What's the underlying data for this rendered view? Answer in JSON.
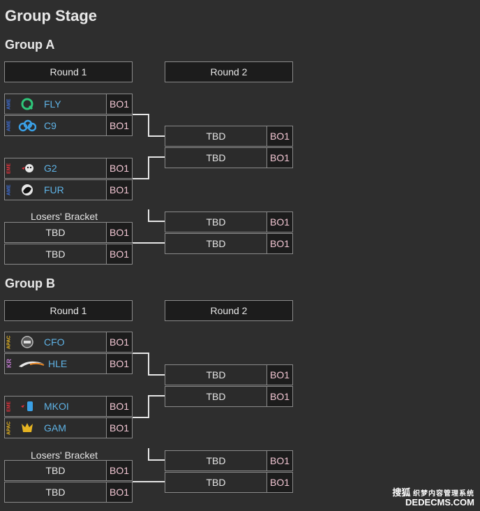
{
  "title": "Group Stage",
  "groups": [
    {
      "name": "Group A",
      "round1": "Round 1",
      "round2": "Round 2",
      "teams": [
        {
          "region": "AME",
          "name": "FLY",
          "bo": "BO1"
        },
        {
          "region": "AME",
          "name": "C9",
          "bo": "BO1"
        },
        {
          "region": "EME",
          "name": "G2",
          "bo": "BO1"
        },
        {
          "region": "AME",
          "name": "FUR",
          "bo": "BO1"
        }
      ],
      "losers_label": "Losers' Bracket",
      "losers": [
        {
          "name": "TBD",
          "bo": "BO1"
        },
        {
          "name": "TBD",
          "bo": "BO1"
        }
      ],
      "r2": [
        {
          "name": "TBD",
          "bo": "BO1"
        },
        {
          "name": "TBD",
          "bo": "BO1"
        },
        {
          "name": "TBD",
          "bo": "BO1"
        },
        {
          "name": "TBD",
          "bo": "BO1"
        }
      ]
    },
    {
      "name": "Group B",
      "round1": "Round 1",
      "round2": "Round 2",
      "teams": [
        {
          "region": "APAC",
          "name": "CFO",
          "bo": "BO1"
        },
        {
          "region": "KR",
          "name": "HLE",
          "bo": "BO1"
        },
        {
          "region": "EME",
          "name": "MKOI",
          "bo": "BO1"
        },
        {
          "region": "APAC",
          "name": "GAM",
          "bo": "BO1"
        }
      ],
      "losers_label": "Losers' Bracket",
      "losers": [
        {
          "name": "TBD",
          "bo": "BO1"
        },
        {
          "name": "TBD",
          "bo": "BO1"
        }
      ],
      "r2": [
        {
          "name": "TBD",
          "bo": "BO1"
        },
        {
          "name": "TBD",
          "bo": "BO1"
        },
        {
          "name": "TBD",
          "bo": "BO1"
        },
        {
          "name": "TBD",
          "bo": "BO1"
        }
      ]
    }
  ],
  "colors": {
    "AME": "#3f6fd8",
    "EME": "#e2323c",
    "APAC": "#e6b422",
    "KR": "#c27bd1",
    "team_name": "#5fb3e6",
    "bo_text": "#f3c7d4"
  },
  "watermark": {
    "cn": "搜狐",
    "sub": "织梦内容管理系统",
    "url": "DEDECMS.COM"
  }
}
